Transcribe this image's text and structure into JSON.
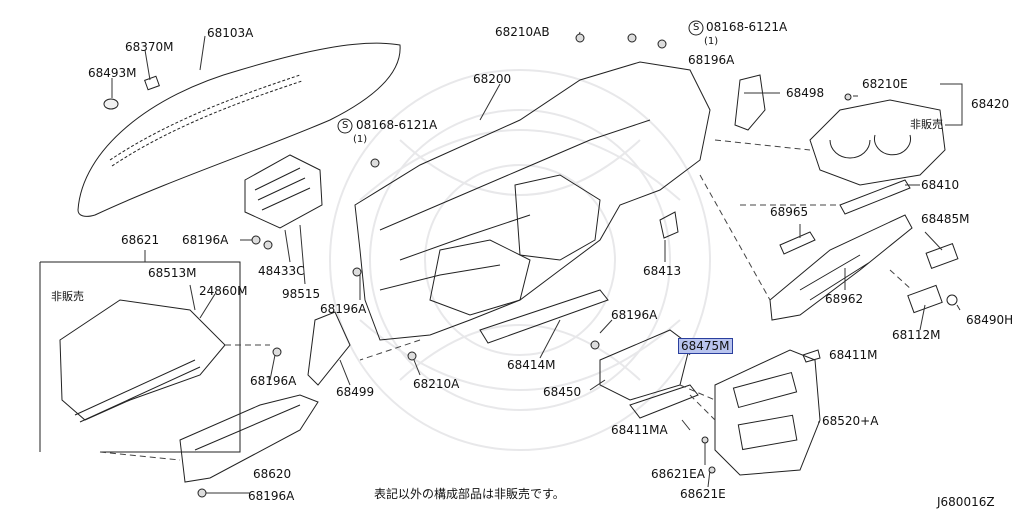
{
  "diagram": {
    "code": "J680016Z",
    "footnote": "表記以外の構成部品は非販売です。",
    "not_for_sale_label": "非販売",
    "screw_mark": "S",
    "parts": {
      "p68103A": "68103A",
      "p68370M": "68370M",
      "p68493M": "68493M",
      "p68210AB": "68210AB",
      "p08168_6121A_top": "08168-6121A",
      "qty_1_top": "(1)",
      "p68196A_top": "68196A",
      "p68200": "68200",
      "p68498": "68498",
      "p68210E": "68210E",
      "p68420": "68420",
      "p08168_6121A_mid": "08168-6121A",
      "qty_1_mid": "(1)",
      "p68410": "68410",
      "p68965": "68965",
      "p68485M": "68485M",
      "p68621": "68621",
      "p68196A_left": "68196A",
      "p68513M": "68513M",
      "p24860M": "24860M",
      "p48433C": "48433C",
      "p98515": "98515",
      "p68196A_center": "68196A",
      "p68413": "68413",
      "p68962": "68962",
      "p68112M": "68112M",
      "p68490H": "68490H",
      "p68196A_mid": "68196A",
      "p68475M": "68475M",
      "p68411M": "68411M",
      "p68414M": "68414M",
      "p68196A_glove": "68196A",
      "p68499": "68499",
      "p68210A": "68210A",
      "p68450": "68450",
      "p68520A": "68520+A",
      "p68411MA": "68411MA",
      "p68620": "68620",
      "p68621EA": "68621EA",
      "p68621E": "68621E",
      "p68196A_bottom": "68196A"
    }
  }
}
